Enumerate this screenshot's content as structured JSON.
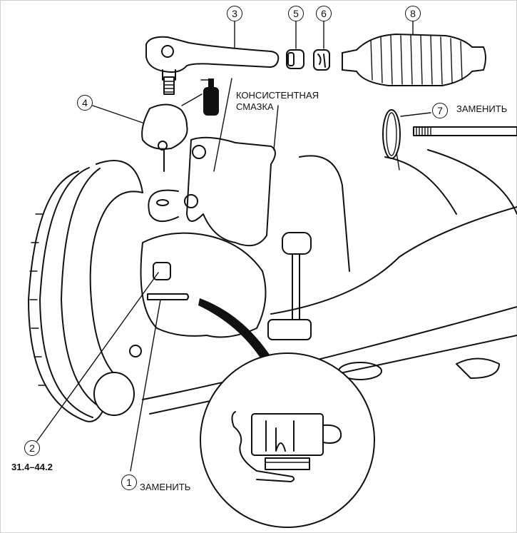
{
  "diagram": {
    "title": "",
    "callouts": [
      {
        "id": "1",
        "label": "1",
        "note": "ЗАМЕНИТЬ"
      },
      {
        "id": "2",
        "label": "2",
        "note": "31.4–44.2"
      },
      {
        "id": "3",
        "label": "3",
        "note": ""
      },
      {
        "id": "4",
        "label": "4",
        "note": ""
      },
      {
        "id": "5",
        "label": "5",
        "note": ""
      },
      {
        "id": "6",
        "label": "6",
        "note": ""
      },
      {
        "id": "7",
        "label": "7",
        "note": "ЗАМЕНИТЬ"
      },
      {
        "id": "8",
        "label": "8",
        "note": ""
      }
    ],
    "grease_label_line1": "КОНСИСТЕНТНАЯ",
    "grease_label_line2": "СМАЗКА",
    "detail_inset": "cotter-pin-detail",
    "parts": [
      "tie-rod-end",
      "ball-joint-boot",
      "locknut",
      "clip",
      "steering-boot",
      "boot-band",
      "cotter-pin",
      "castle-nut",
      "brake-disc",
      "steering-knuckle",
      "lower-arm",
      "stabilizer-link",
      "grease-can"
    ]
  }
}
